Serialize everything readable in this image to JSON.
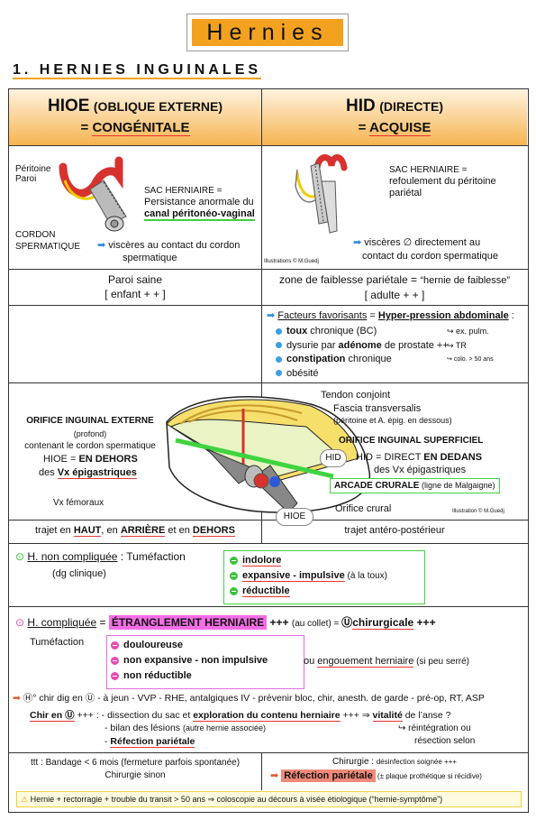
{
  "title": "Hernies",
  "section_title": "1. HERNIES INGUINALES",
  "hioe": {
    "name": "HIOE",
    "paren": "(OBLIQUE EXTERNE)",
    "eq": "=",
    "type": "CONGÉNITALE",
    "label_peritoine": "Péritoine",
    "label_paroi": "Paroi",
    "sac_line1": "SAC HERNIAIRE =",
    "sac_line2": "Persistance anormale du",
    "sac_line3": "canal péritonéo-vaginal",
    "cordon_line1": "CORDON",
    "cordon_line2": "SPERMATIQUE",
    "visceres_line1": "viscères au contact du cordon",
    "visceres_line2": "spermatique",
    "paroi_saine": "Paroi saine",
    "enfant": "[ enfant + + ]"
  },
  "hid": {
    "name": "HID",
    "paren": "(DIRECTE)",
    "eq": "=",
    "type": "ACQUISE",
    "credit": "Illustrations © M.Guedj",
    "sac_line1": "SAC HERNIAIRE =",
    "sac_line2": "refoulement du péritoine",
    "sac_line3": "pariétal",
    "visceres_line1": "viscères ∅ directement au",
    "visceres_line2": "contact du cordon spermatique",
    "faiblesse": "zone de faiblesse pariétale = ",
    "faiblesse_quote": "“hernie de faiblesse”",
    "adulte": "[ adulte + + ]",
    "facteurs_label": "Facteurs favorisants",
    "facteurs_eq": " = ",
    "facteurs_bold": "Hyper-pression abdominale",
    "facteurs_colon": " :",
    "facteurs": [
      {
        "bold": "toux",
        "rest": " chronique (BC)",
        "note": "ex. pulm."
      },
      {
        "pre": "dysurie par ",
        "bold": "adénome",
        "rest": " de prostate ++",
        "note": "TR"
      },
      {
        "bold": "constipation",
        "rest": " chronique",
        "note": "colo. > 50 ans"
      },
      {
        "pre": "obésité",
        "bold": "",
        "rest": "",
        "note": ""
      }
    ]
  },
  "diagram": {
    "tendon": "Tendon conjoint",
    "fascia_line1": "Fascia transversalis",
    "fascia_line2": "(péritoine et A. épig. en dessous)",
    "orifice_ext_title": "ORIFICE INGUINAL EXTERNE",
    "orifice_ext_sub1": "(profond)",
    "orifice_ext_sub2": "contenant le cordon spermatique",
    "hioe_en_dehors_pre": "HIOE = ",
    "hioe_en_dehors_bold": "EN DEHORS",
    "hioe_vx_pre": "des ",
    "hioe_vx_bold": "Vx épigastriques",
    "orifice_sup": "ORIFICE INGUINAL SUPERFICIEL",
    "hid_badge": "HID",
    "hid_direct_pre": "HID = DIRECT ",
    "hid_direct_bold": "EN DEDANS",
    "hid_vx": "des Vx épigastriques",
    "arcade_bold": "ARCADE CRURALE",
    "arcade_rest": " (ligne de Malgaigne)",
    "vx_femoraux": "Vx fémoraux",
    "hioe_badge": "HIOE",
    "orifice_crural": "Orifice crural",
    "credit": "Illustration © M.Guedj"
  },
  "trajet": {
    "left_pre": "trajet en ",
    "left_haut": "HAUT",
    "left_mid1": ",  en ",
    "left_arriere": "ARRIÈRE",
    "left_mid2": " et en ",
    "left_dehors": "DEHORS",
    "right": "trajet antéro-postérieur"
  },
  "non_compliquee": {
    "label": "H. non compliquée",
    "colon": " :  Tuméfaction",
    "dg": "(dg clinique)",
    "items": [
      {
        "bold": "indolore",
        "rest": ""
      },
      {
        "bold": "expansive - impulsive",
        "rest": "  (à la toux)"
      },
      {
        "bold": "réductible",
        "rest": ""
      }
    ]
  },
  "compliquee": {
    "label": "H. compliquée",
    "eq": " = ",
    "etranglement": "ÉTRANGLEMENT HERNIAIRE",
    "plus": " +++ ",
    "collet": " (au collet) = ",
    "chir_symbol": "Ⓤ",
    "chir": "chirurgicale",
    "chir_plus": " +++",
    "tumefaction": "Tuméfaction",
    "items": [
      "douloureuse",
      "non expansive  - non impulsive",
      "non réductible"
    ],
    "ou": "ou ",
    "engouement": "engouement herniaire",
    "engouement_rest": " (si peu serré)",
    "line1": "Ⓗ° chir dig en Ⓤ - à jeun - VVP - RHE, antalgiques IV - prévenir bloc, chir, anesth. de garde - pré-op, RT, ASP",
    "chir_en_u": "Chir en Ⓤ",
    "chir_en_u_rest": " +++ : - dissection du sac et ",
    "exploration": "exploration du contenu herniaire",
    "explo_rest": " +++ ⇒ ",
    "vitalite": "vitalité",
    "vitalite_rest": " de l’anse ?",
    "bilan_pre": "- bilan des lésions ",
    "bilan_small": "(autre hernie associée)",
    "refection_pre": "- ",
    "refection": "Réfection pariétale",
    "reintegration": "↪ réintégration ou",
    "resection": "résection selon"
  },
  "ttt": {
    "line1": "ttt : Bandage < 6 mois  (fermeture parfois spontanée)",
    "line2": "Chirurgie sinon",
    "chir_label": "Chirurgie : ",
    "chir_small": "désinfection soignée +++",
    "refection": "Réfection pariétale",
    "refection_small": " (± plaque prothétique si récidive)"
  },
  "warning": "Hernie + rectorragie + trouble du transit > 50 ans ⇒ coloscopie au décours à visée étiologique (“hernie-symptôme”)"
}
